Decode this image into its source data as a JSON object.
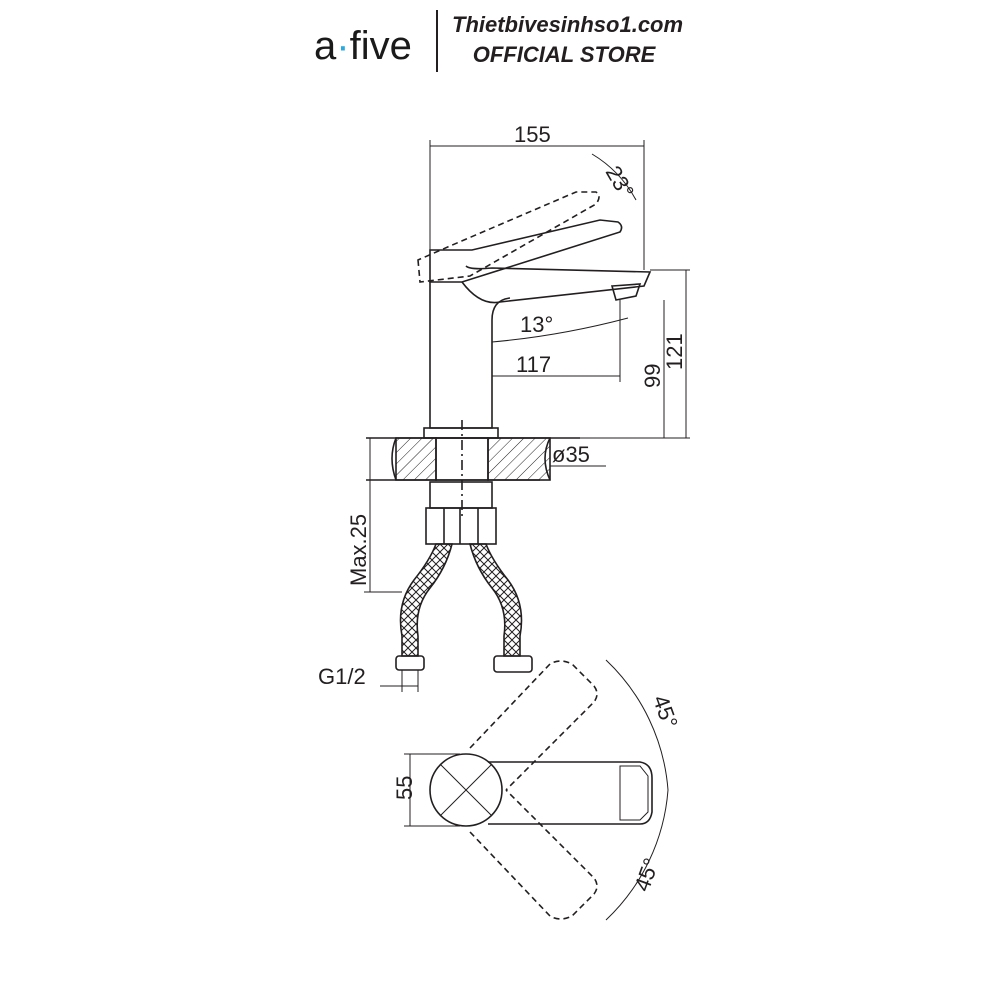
{
  "header": {
    "brand_prefix": "a",
    "brand_dot": "·",
    "brand_suffix": "five",
    "site": "Thietbivesinhso1.com",
    "store": "OFFICIAL STORE",
    "accent_color": "#28a9e0"
  },
  "dimensions": {
    "width_overall": "155",
    "lever_angle": "23°",
    "spout_angle": "13°",
    "spout_reach": "117",
    "spout_height": "99",
    "total_height": "121",
    "base_diameter": "ø35",
    "max_counter": "Max.25",
    "thread": "G1/2",
    "handle_width": "55",
    "rotation_top": "45°",
    "rotation_bottom": "45°"
  }
}
